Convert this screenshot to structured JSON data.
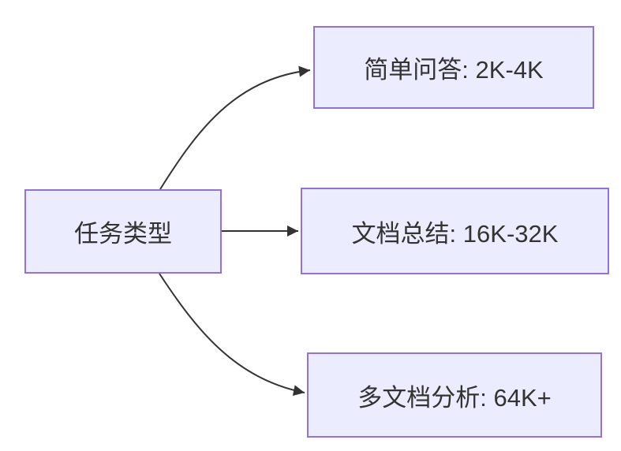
{
  "diagram": {
    "type": "flowchart",
    "direction": "left-to-right",
    "colors": {
      "background": "#FFFFFF",
      "node_fill": "#ECECFF",
      "node_border": "#9370DB",
      "edge": "#333333",
      "text": "#333333"
    },
    "nodes": [
      {
        "id": "task-type",
        "label": "任务类型"
      },
      {
        "id": "simple-qa",
        "label": "简单问答: 2K-4K"
      },
      {
        "id": "doc-summary",
        "label": "文档总结: 16K-32K"
      },
      {
        "id": "multi-doc",
        "label": "多文档分析: 64K+"
      }
    ],
    "edges": [
      {
        "from": "任务类型",
        "to": "简单问答: 2K-4K"
      },
      {
        "from": "任务类型",
        "to": "文档总结: 16K-32K"
      },
      {
        "from": "任务类型",
        "to": "多文档分析: 64K+"
      }
    ]
  }
}
